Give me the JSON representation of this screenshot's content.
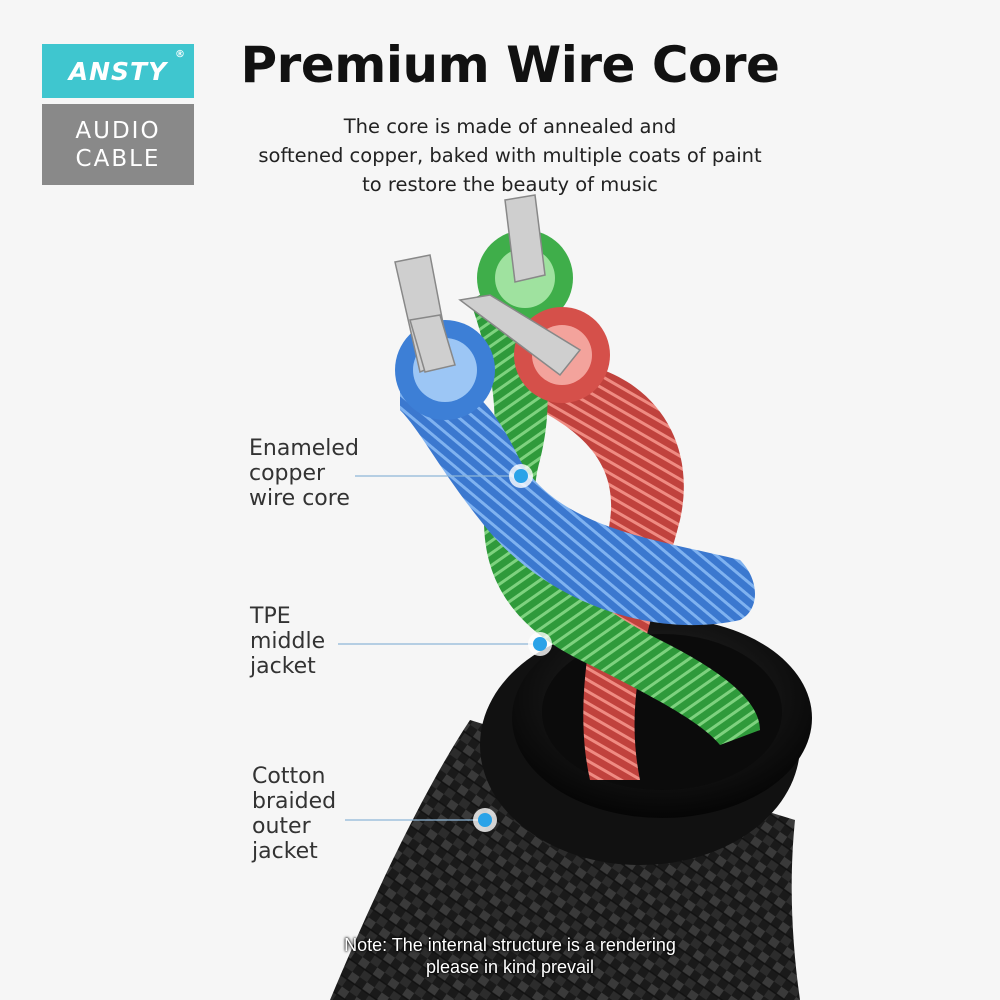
{
  "brand": {
    "logo_text": "ANSTY",
    "registered_mark": "®",
    "product_line1": "AUDIO",
    "product_line2": "CABLE"
  },
  "header": {
    "title": "Premium Wire Core",
    "subtitle_line1": "The core is made of annealed and",
    "subtitle_line2": "softened copper, baked with multiple coats of paint",
    "subtitle_line3": "to restore the beauty of music"
  },
  "callouts": [
    {
      "label": "Enameled\ncopper\nwire core"
    },
    {
      "label": "TPE\nmiddle\njacket"
    },
    {
      "label": "Cotton\nbraided\nouter\njacket"
    }
  ],
  "note": {
    "line1": "Note: The internal structure is a rendering",
    "line2": "please in kind prevail"
  },
  "colors": {
    "brand_teal": "#3fc6cf",
    "brand_gray": "#898989",
    "wire_blue": "#3d7fd6",
    "wire_green": "#3fae4a",
    "wire_red": "#d5504a",
    "callout_dot": "#2aa3e8"
  }
}
